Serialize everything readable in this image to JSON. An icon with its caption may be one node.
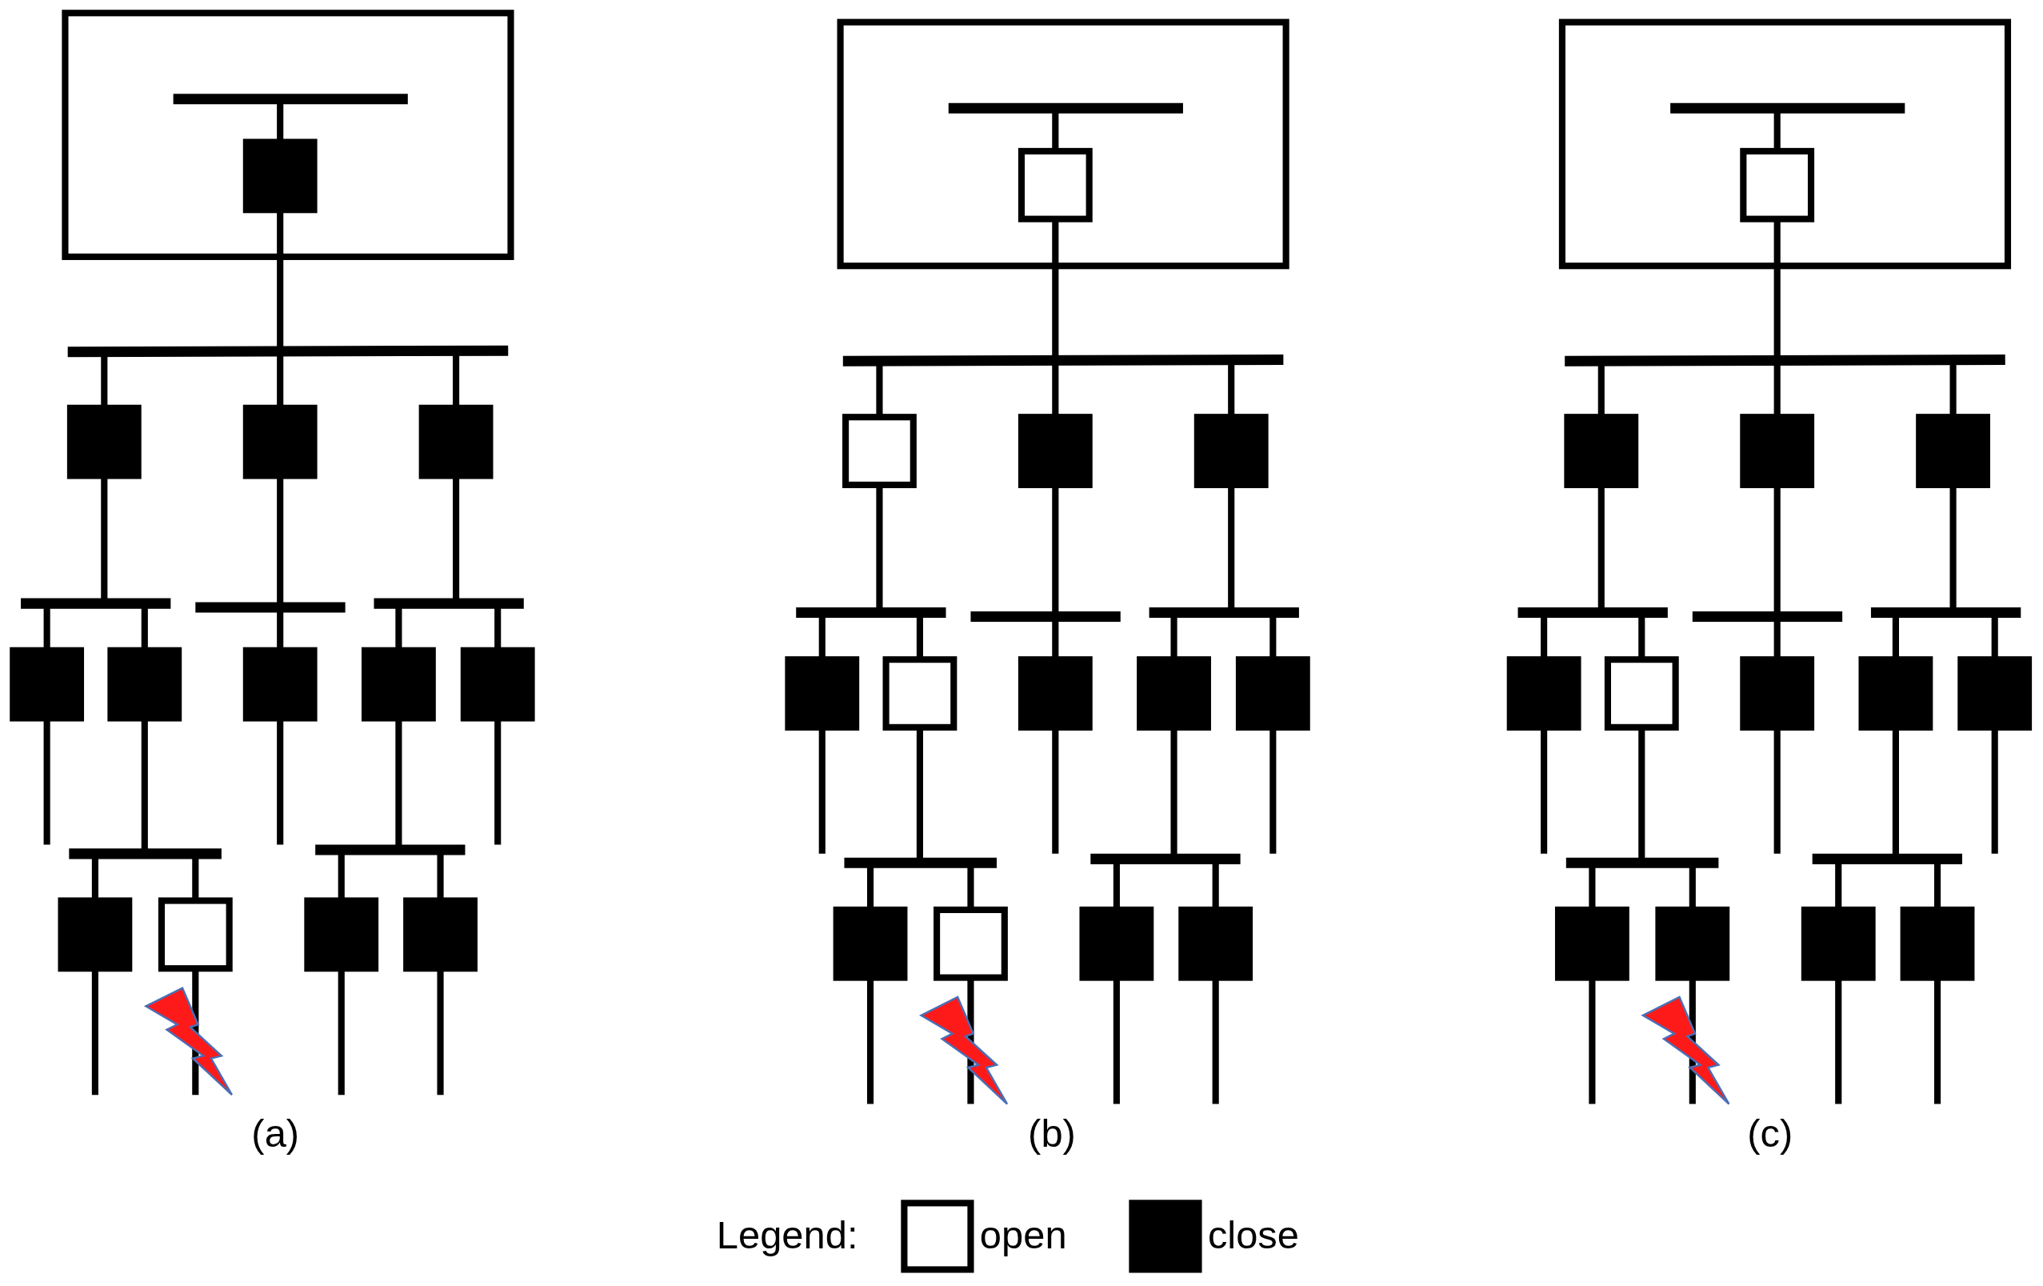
{
  "diagram": {
    "labels": [
      "(a)",
      "(b)",
      "(c)",
      "Legend:"
    ],
    "legend": [
      {
        "text": "open"
      },
      {
        "text": "close"
      }
    ]
  }
}
